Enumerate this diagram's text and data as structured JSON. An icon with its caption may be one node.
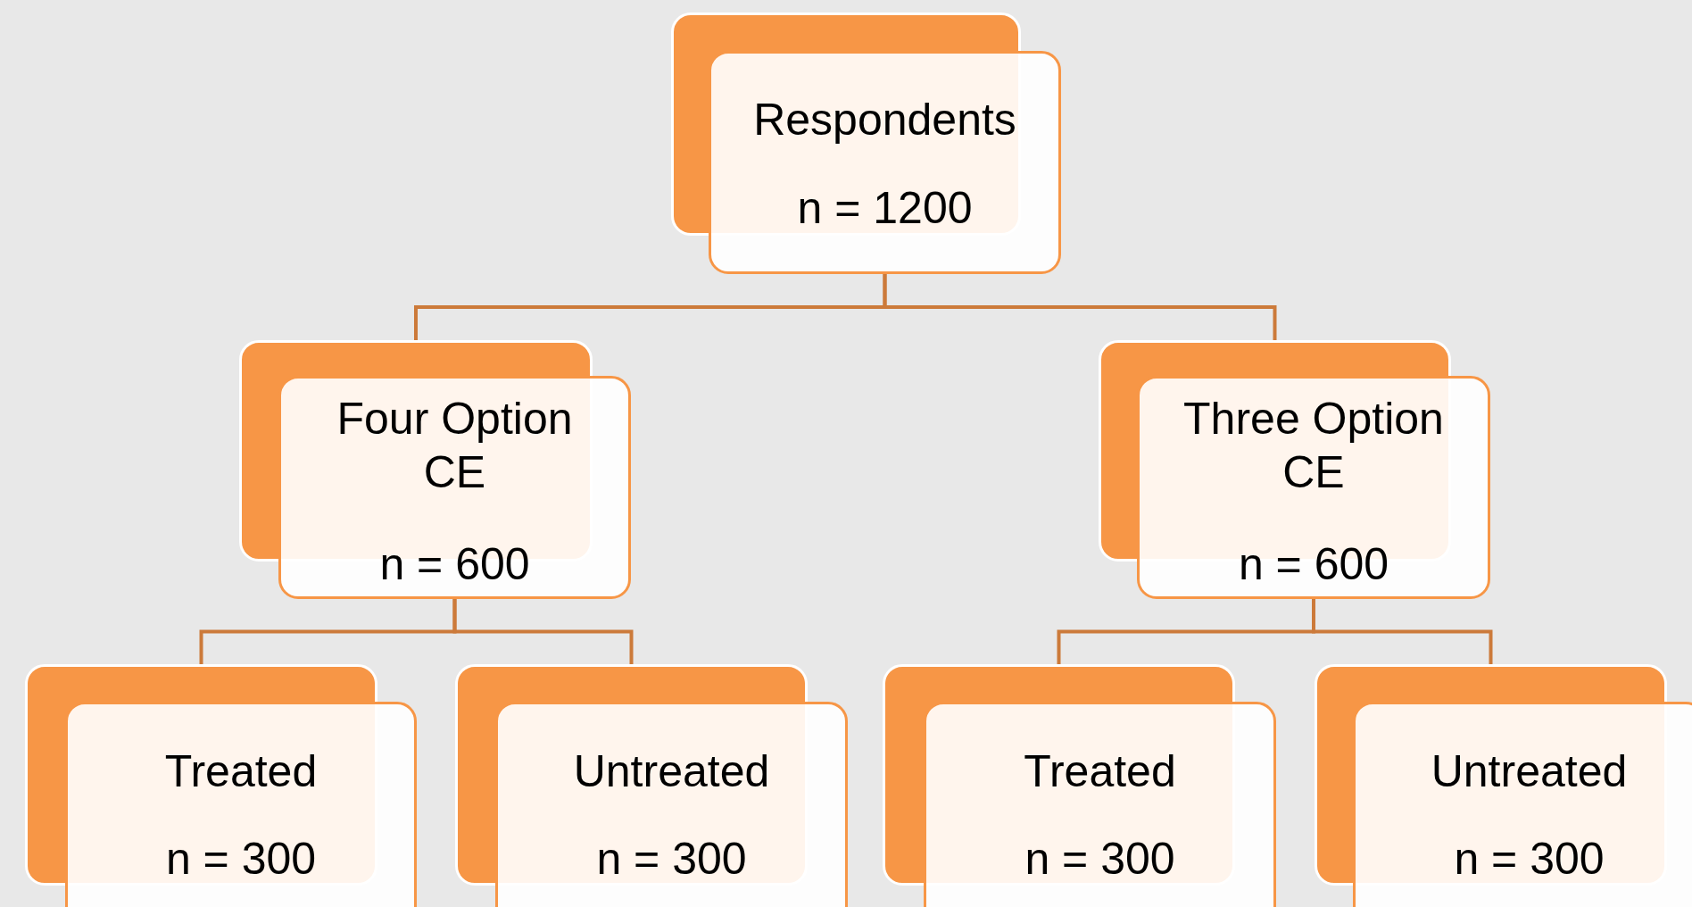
{
  "diagram": {
    "nodes": [
      {
        "text": [
          "Respondents",
          "n = 1200"
        ]
      },
      {
        "text": [
          "Four Option CE",
          "n = 600"
        ]
      },
      {
        "text": [
          "Three Option CE",
          "n = 600"
        ]
      },
      {
        "text": [
          "Treated",
          "n = 300"
        ]
      },
      {
        "text": [
          "Untreated",
          "n = 300"
        ]
      },
      {
        "text": [
          "Treated",
          "n = 300"
        ]
      },
      {
        "text": [
          "Untreated",
          "n = 300"
        ]
      }
    ],
    "edges": [
      {
        "from": 0,
        "to": 1,
        "arrow": "none"
      },
      {
        "from": 0,
        "to": 2,
        "arrow": "none"
      },
      {
        "from": 1,
        "to": 3,
        "arrow": "none"
      },
      {
        "from": 1,
        "to": 4,
        "arrow": "none"
      },
      {
        "from": 2,
        "to": 5,
        "arrow": "none"
      },
      {
        "from": 2,
        "to": 6,
        "arrow": "none"
      }
    ]
  }
}
